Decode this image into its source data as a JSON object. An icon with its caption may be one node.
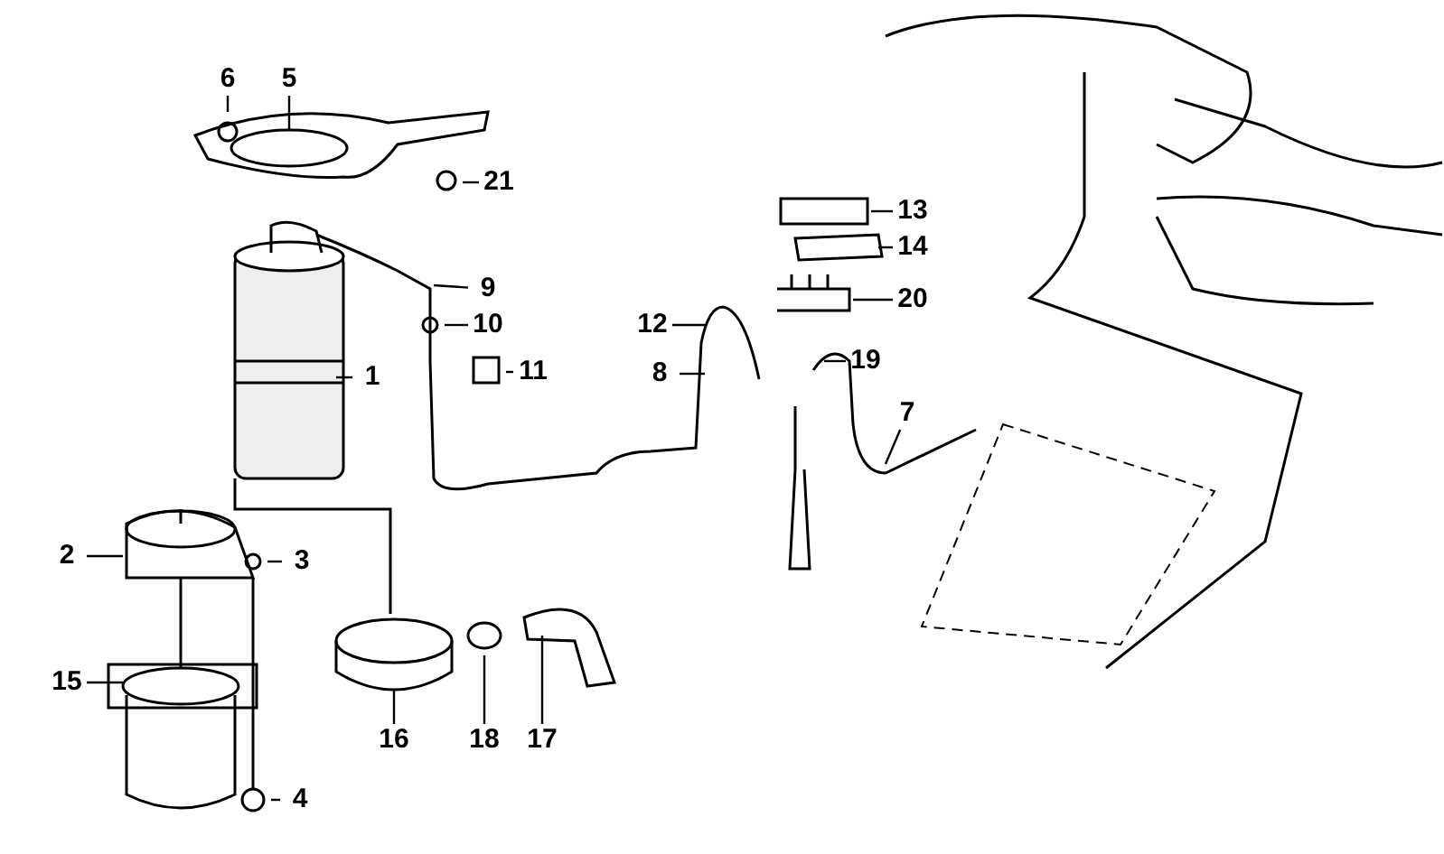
{
  "diagram": {
    "nodes": [
      {
        "text": [
          "6"
        ]
      },
      {
        "text": [
          "5"
        ]
      },
      {
        "text": [
          "21"
        ]
      },
      {
        "text": [
          "13"
        ]
      },
      {
        "text": [
          "14"
        ]
      },
      {
        "text": [
          "9"
        ]
      },
      {
        "text": [
          "20"
        ]
      },
      {
        "text": [
          "10"
        ]
      },
      {
        "text": [
          "11"
        ]
      },
      {
        "text": [
          "1"
        ]
      },
      {
        "text": [
          "12"
        ]
      },
      {
        "text": [
          "8"
        ]
      },
      {
        "text": [
          "19"
        ]
      },
      {
        "text": [
          "7"
        ]
      },
      {
        "text": [
          "2"
        ]
      },
      {
        "text": [
          "3"
        ]
      },
      {
        "text": [
          "15"
        ]
      },
      {
        "text": [
          "16"
        ]
      },
      {
        "text": [
          "18"
        ]
      },
      {
        "text": [
          "17"
        ]
      },
      {
        "text": [
          "4"
        ]
      }
    ],
    "edges": [
      {
        "from": 0,
        "to": null,
        "arrow": "none"
      },
      {
        "from": 1,
        "to": null,
        "arrow": "none"
      },
      {
        "from": 2,
        "to": null,
        "arrow": "none"
      },
      {
        "from": 3,
        "to": null,
        "arrow": "none"
      },
      {
        "from": 4,
        "to": null,
        "arrow": "none"
      },
      {
        "from": 5,
        "to": null,
        "arrow": "none"
      },
      {
        "from": 6,
        "to": null,
        "arrow": "none"
      },
      {
        "from": 7,
        "to": null,
        "arrow": "none"
      },
      {
        "from": 8,
        "to": null,
        "arrow": "none"
      },
      {
        "from": 9,
        "to": null,
        "arrow": "none"
      },
      {
        "from": 10,
        "to": null,
        "arrow": "none"
      },
      {
        "from": 11,
        "to": null,
        "arrow": "none"
      },
      {
        "from": 12,
        "to": null,
        "arrow": "none"
      },
      {
        "from": 13,
        "to": null,
        "arrow": "none"
      },
      {
        "from": 14,
        "to": null,
        "arrow": "none"
      },
      {
        "from": 15,
        "to": null,
        "arrow": "none"
      },
      {
        "from": 16,
        "to": null,
        "arrow": "none"
      },
      {
        "from": 17,
        "to": null,
        "arrow": "none"
      },
      {
        "from": 18,
        "to": null,
        "arrow": "none"
      },
      {
        "from": 19,
        "to": null,
        "arrow": "none"
      },
      {
        "from": 20,
        "to": null,
        "arrow": "none"
      }
    ]
  }
}
